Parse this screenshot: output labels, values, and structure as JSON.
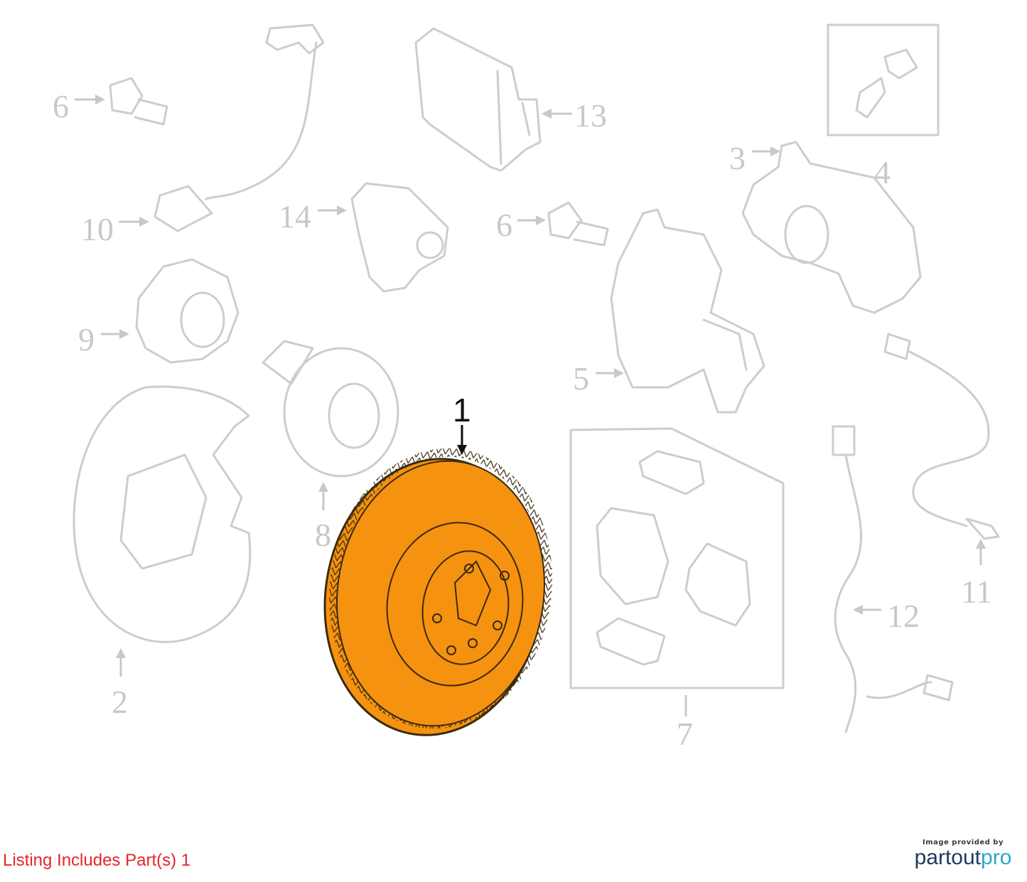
{
  "callouts": {
    "c1": "1",
    "c2": "2",
    "c3": "3",
    "c4": "4",
    "c5": "5",
    "c6a": "6",
    "c6b": "6",
    "c7": "7",
    "c8": "8",
    "c9": "9",
    "c10": "10",
    "c11": "11",
    "c12": "12",
    "c13": "13",
    "c14": "14"
  },
  "footer": {
    "listing_note": "Listing Includes Part(s) 1",
    "brand_caption": "Image provided by",
    "brand_part1": "partout",
    "brand_part2": "pro"
  },
  "colors": {
    "highlight": "#f5920f",
    "line_gray": "#cdcdcd",
    "note_red": "#e8242b"
  }
}
